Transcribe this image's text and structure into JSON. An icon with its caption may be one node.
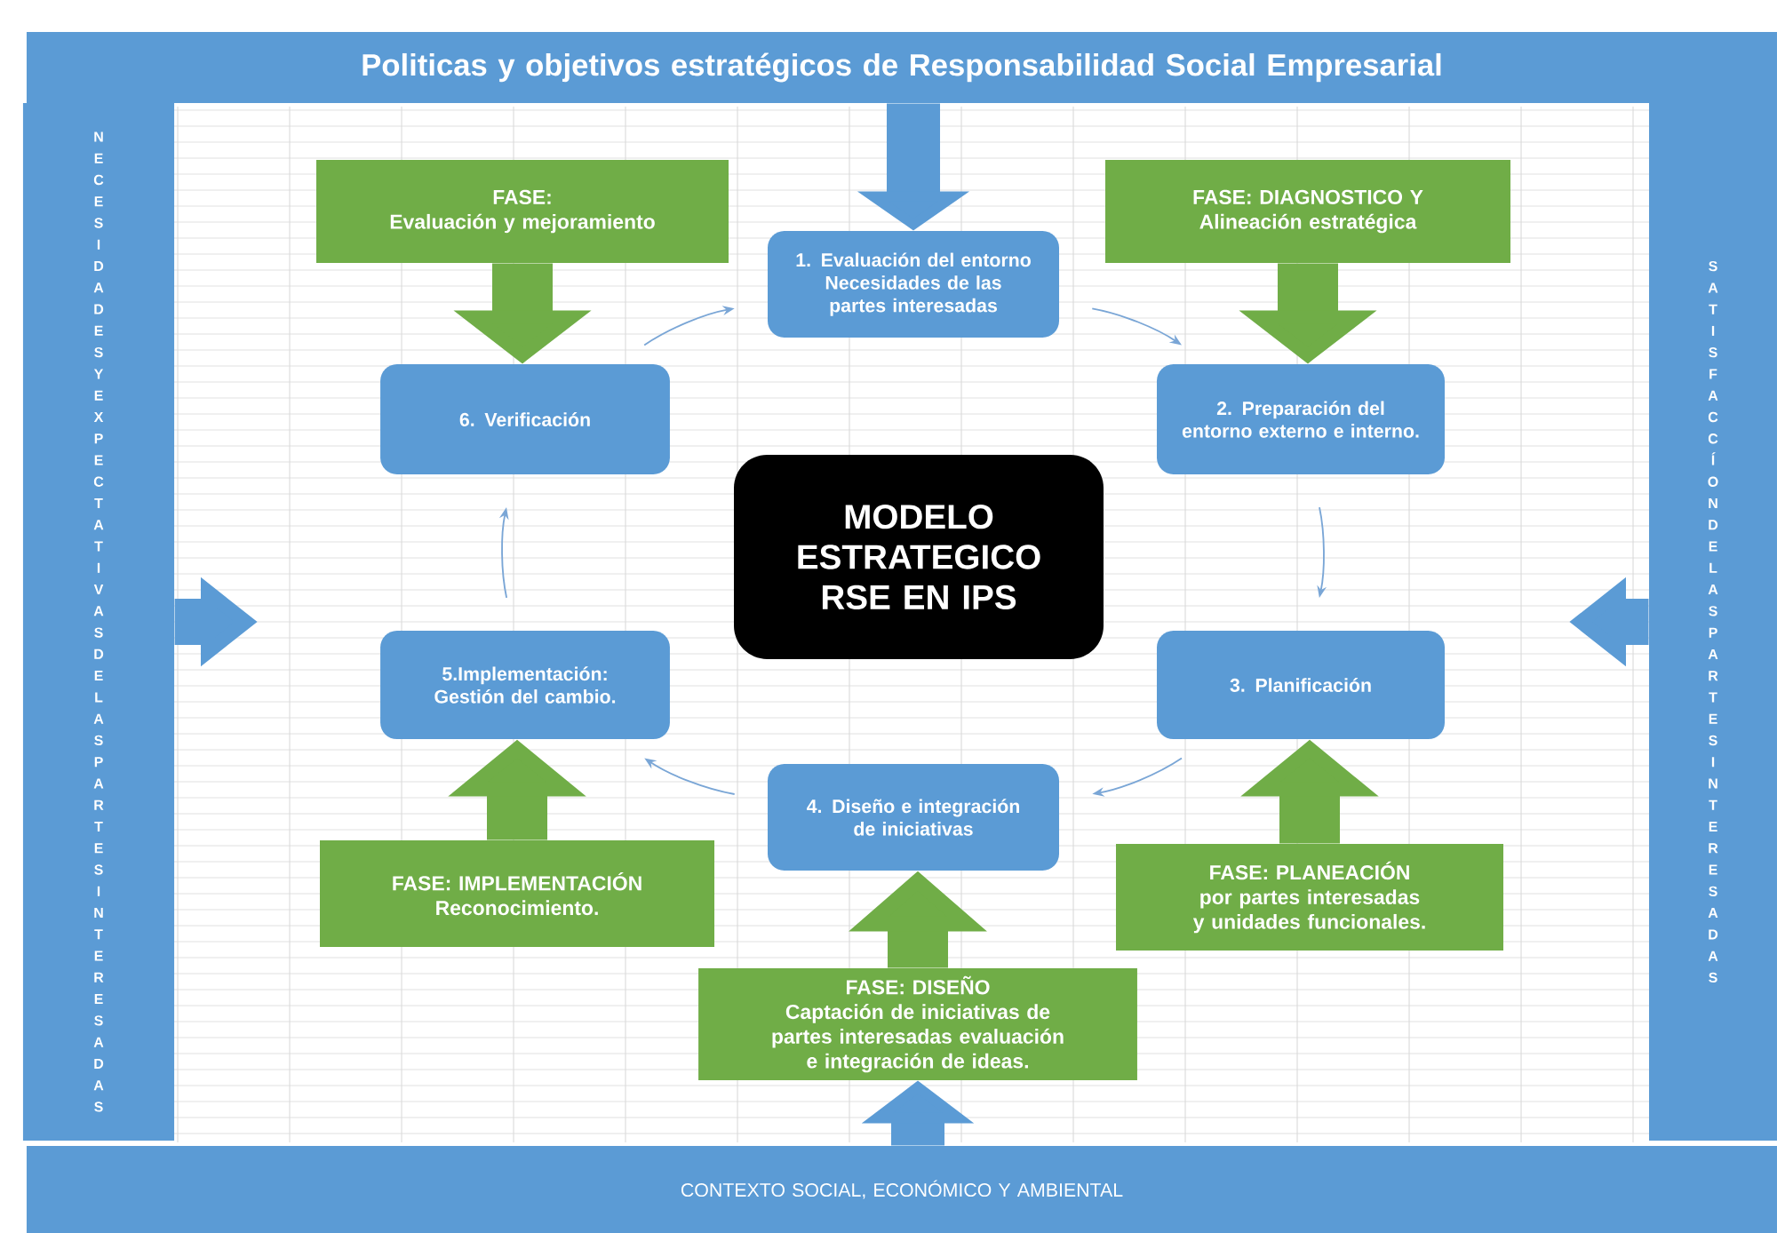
{
  "diagram": {
    "nodes": [
      {
        "text": [
          "Politicas y objetivos estratégicos de Responsabilidad Social Empresarial"
        ]
      },
      {
        "text": [
          "NECESIDADES Y EXPECTATIVAS DE LAS PARTES INTERESADAS"
        ]
      },
      {
        "text": [
          "SATISFACCÍON DE LAS PARTES INTERESADAS"
        ]
      },
      {
        "text": [
          "CONTEXTO SOCIAL, ECONÓMICO Y AMBIENTAL"
        ]
      },
      {
        "text": [
          "FASE:",
          "Evaluación y mejoramiento"
        ]
      },
      {
        "text": [
          "FASE: DIAGNOSTICO Y",
          "Alineación estratégica"
        ]
      },
      {
        "text": [
          "1. Evaluación del entorno Necesidades de las partes interesadas"
        ]
      },
      {
        "text": [
          "2. Preparación del entorno externo e interno."
        ]
      },
      {
        "text": [
          "MODELO ESTRATEGICO RSE EN IPS"
        ]
      },
      {
        "text": [
          "6. Verificación"
        ]
      },
      {
        "text": [
          "3. Planificación"
        ]
      },
      {
        "text": [
          "5.Implementación: Gestión del cambio."
        ]
      },
      {
        "text": [
          "4. Diseño e integración de iniciativas"
        ]
      },
      {
        "text": [
          "FASE: IMPLEMENTACIÓN",
          "Reconocimiento."
        ]
      },
      {
        "text": [
          "FASE: PLANEACIÓN",
          "por partes interesadas y unidades funcionales."
        ]
      },
      {
        "text": [
          "FASE: DISEÑO",
          "Captación de iniciativas de partes interesadas evaluación e integración de ideas."
        ]
      }
    ],
    "edges": [
      {
        "from": 6,
        "to": 7,
        "arrow": "to"
      },
      {
        "from": 7,
        "to": 10,
        "arrow": "to"
      },
      {
        "from": 10,
        "to": 12,
        "arrow": "to"
      },
      {
        "from": 12,
        "to": 11,
        "arrow": "to"
      },
      {
        "from": 11,
        "to": 9,
        "arrow": "to"
      },
      {
        "from": 9,
        "to": 6,
        "arrow": "to"
      },
      {
        "from": 4,
        "to": 9,
        "arrow": "to",
        "color": "#70ad47"
      },
      {
        "from": 5,
        "to": 7,
        "arrow": "to",
        "color": "#70ad47"
      },
      {
        "from": 13,
        "to": 11,
        "arrow": "to",
        "color": "#70ad47"
      },
      {
        "from": 14,
        "to": 10,
        "arrow": "to",
        "color": "#70ad47"
      },
      {
        "from": 15,
        "to": 12,
        "arrow": "to",
        "color": "#70ad47"
      },
      {
        "from": 0,
        "to": 6,
        "arrow": "to",
        "color": "#5b9bd5"
      },
      {
        "from": 1,
        "to": null,
        "arrow": "to",
        "color": "#5b9bd5"
      },
      {
        "from": 2,
        "to": null,
        "arrow": "to",
        "color": "#5b9bd5"
      },
      {
        "from": 3,
        "to": 15,
        "arrow": "to",
        "color": "#5b9bd5"
      }
    ]
  }
}
